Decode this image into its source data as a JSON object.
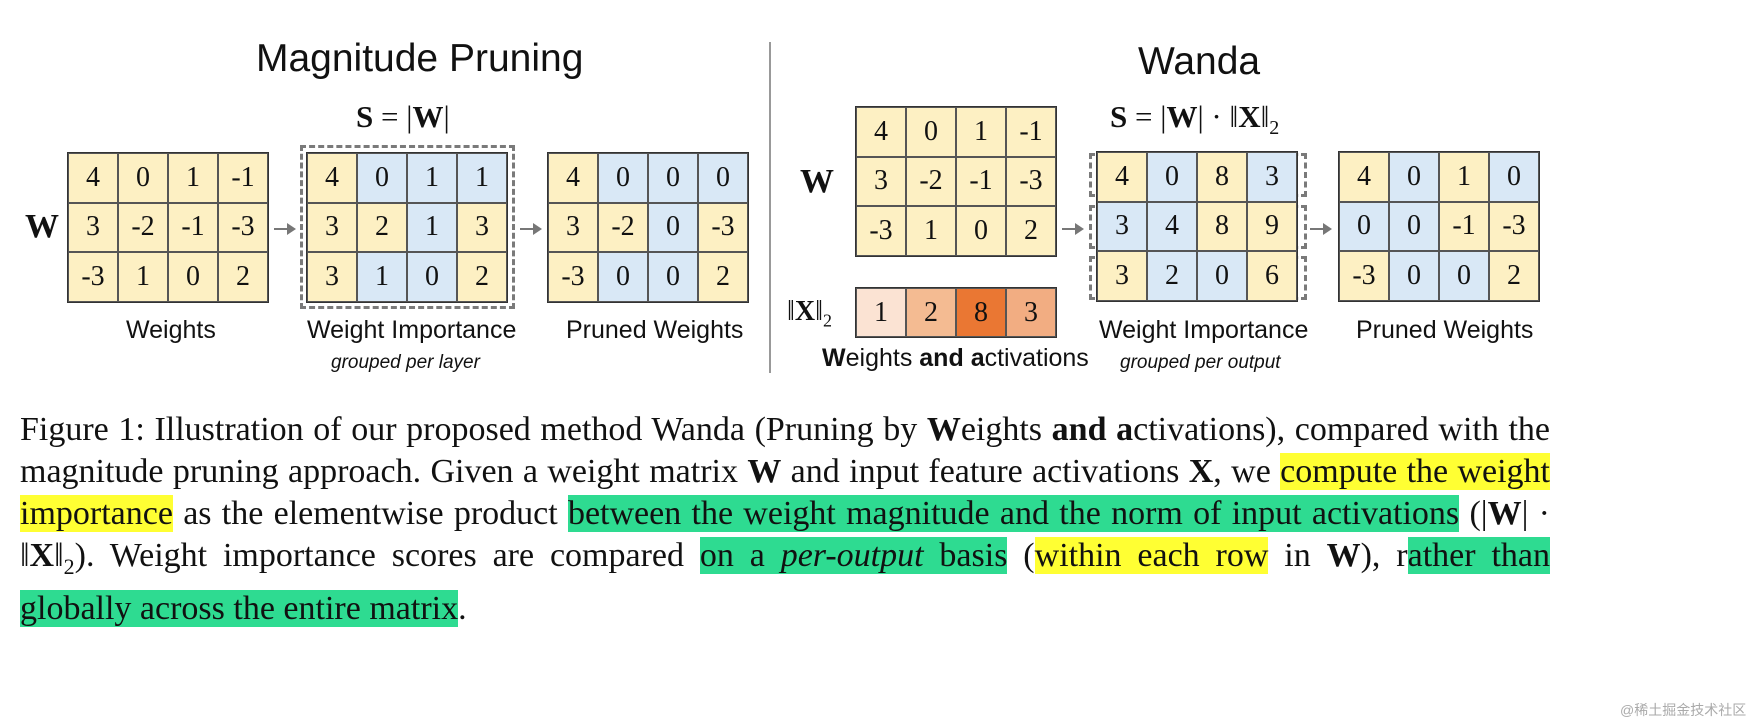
{
  "left": {
    "title": "Magnitude Pruning",
    "formula": {
      "lhs": "S",
      "eq": " = |",
      "w": "W",
      "rhs": "|"
    },
    "w_label": "W",
    "weights": [
      [
        "4",
        "0",
        "1",
        "-1"
      ],
      [
        "3",
        "-2",
        "-1",
        "-3"
      ],
      [
        "-3",
        "1",
        "0",
        "2"
      ]
    ],
    "importance": [
      [
        "4",
        "0",
        "1",
        "1"
      ],
      [
        "3",
        "2",
        "1",
        "3"
      ],
      [
        "3",
        "1",
        "0",
        "2"
      ]
    ],
    "pruned": [
      [
        "4",
        "0",
        "0",
        "0"
      ],
      [
        "3",
        "-2",
        "0",
        "-3"
      ],
      [
        "-3",
        "0",
        "0",
        "2"
      ]
    ],
    "caption_weights": "Weights",
    "caption_importance": "Weight Importance",
    "caption_pruned": "Pruned Weights",
    "grouped": "grouped per layer"
  },
  "right": {
    "title": "Wanda",
    "formula": {
      "lhs": "S",
      "eq": " = |",
      "w": "W",
      "mid": "| · ‖",
      "x": "X",
      "rhs": "‖",
      "sub": "2"
    },
    "w_label": "W",
    "weights": [
      [
        "4",
        "0",
        "1",
        "-1"
      ],
      [
        "3",
        "-2",
        "-1",
        "-3"
      ],
      [
        "-3",
        "1",
        "0",
        "2"
      ]
    ],
    "x_label": {
      "norm_open": "‖",
      "x": "X",
      "norm_close": "‖",
      "sub": "2"
    },
    "activations": [
      "1",
      "2",
      "8",
      "3"
    ],
    "importance": [
      [
        "4",
        "0",
        "8",
        "3"
      ],
      [
        "3",
        "4",
        "8",
        "9"
      ],
      [
        "3",
        "2",
        "0",
        "6"
      ]
    ],
    "pruned": [
      [
        "4",
        "0",
        "1",
        "0"
      ],
      [
        "0",
        "0",
        "-1",
        "-3"
      ],
      [
        "-3",
        "0",
        "0",
        "2"
      ]
    ],
    "caption_wa": {
      "w": "W",
      "eights": "eights ",
      "and": "and",
      "space": " ",
      "a": "a",
      "ctivations": "ctivations"
    },
    "caption_importance": "Weight Importance",
    "caption_pruned": "Pruned Weights",
    "grouped": "grouped per output"
  },
  "caption": {
    "line1_a": "Figure 1: Illustration of our proposed method Wanda (Pruning by ",
    "line1_W": "W",
    "line1_b": "eights ",
    "line1_and": "and",
    "line1_c": " ",
    "line1_a2": "a",
    "line1_d": "ctivations), compared",
    "line2_a": "with the magnitude pruning approach. Given a weight matrix ",
    "line2_W": "W",
    "line2_b": " and input feature activations ",
    "line2_X": "X",
    "line2_c": ", we",
    "hl1": "compute the weight importance",
    "mid1": " as the elementwise product ",
    "hl2": "between the weight magnitude and the norm of input activations",
    "mid2a": " (|",
    "mid2W": "W",
    "mid2b": "| · ‖",
    "mid2X": "X",
    "mid2c": "‖",
    "mid2sub": "2",
    "mid2d": "). Weight importance scores are compared ",
    "hl3a": "on a ",
    "hl3i": "per-output",
    "hl3b": " basis",
    "mid3": " (",
    "hl4": "within each row",
    "mid4a": " in ",
    "mid4W": "W",
    "mid4b": "), r",
    "hl5": "ather than globally across the entire matrix",
    "end": "."
  },
  "watermark": "@稀土掘金技术社区",
  "colors": {
    "yellow_cell": "#fdf0c3",
    "blue_cell": "#d9e8f6",
    "act1": "#fbe3d3",
    "act2": "#f4bb92",
    "act3": "#ea7733",
    "act4": "#f2ad82",
    "hl_yellow": "#ffff33",
    "hl_green": "#2edb91"
  }
}
